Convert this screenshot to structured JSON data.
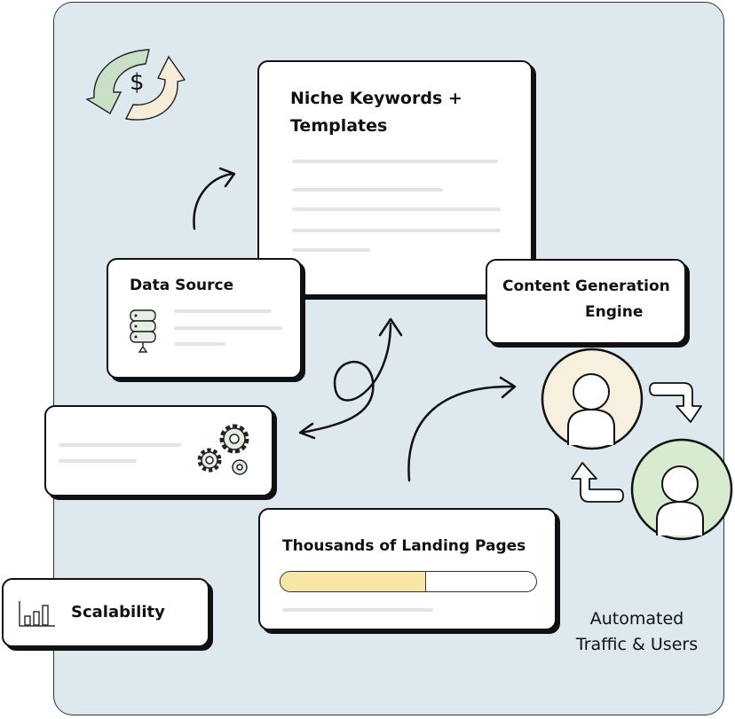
{
  "cards": {
    "keywords": {
      "title_line1": "Niche Keywords +",
      "title_line2": "Templates"
    },
    "data_source": {
      "title": "Data Source"
    },
    "engine": {
      "title_line1": "Content Generation",
      "title_line2": "Engine"
    },
    "landing": {
      "title": "Thousands of Landing Pages",
      "progress": 0.57
    },
    "scalability": {
      "title": "Scalability"
    }
  },
  "labels": {
    "automated_line1": "Automated",
    "automated_line2": "Traffic & Users",
    "currency_symbol": "$"
  },
  "colors": {
    "background": "#dde9ef",
    "progress_fill": "#f8e7a4",
    "user_cream": "#f8f0de",
    "user_green": "#d6ebd0",
    "gear_green": "#e3efe0"
  }
}
